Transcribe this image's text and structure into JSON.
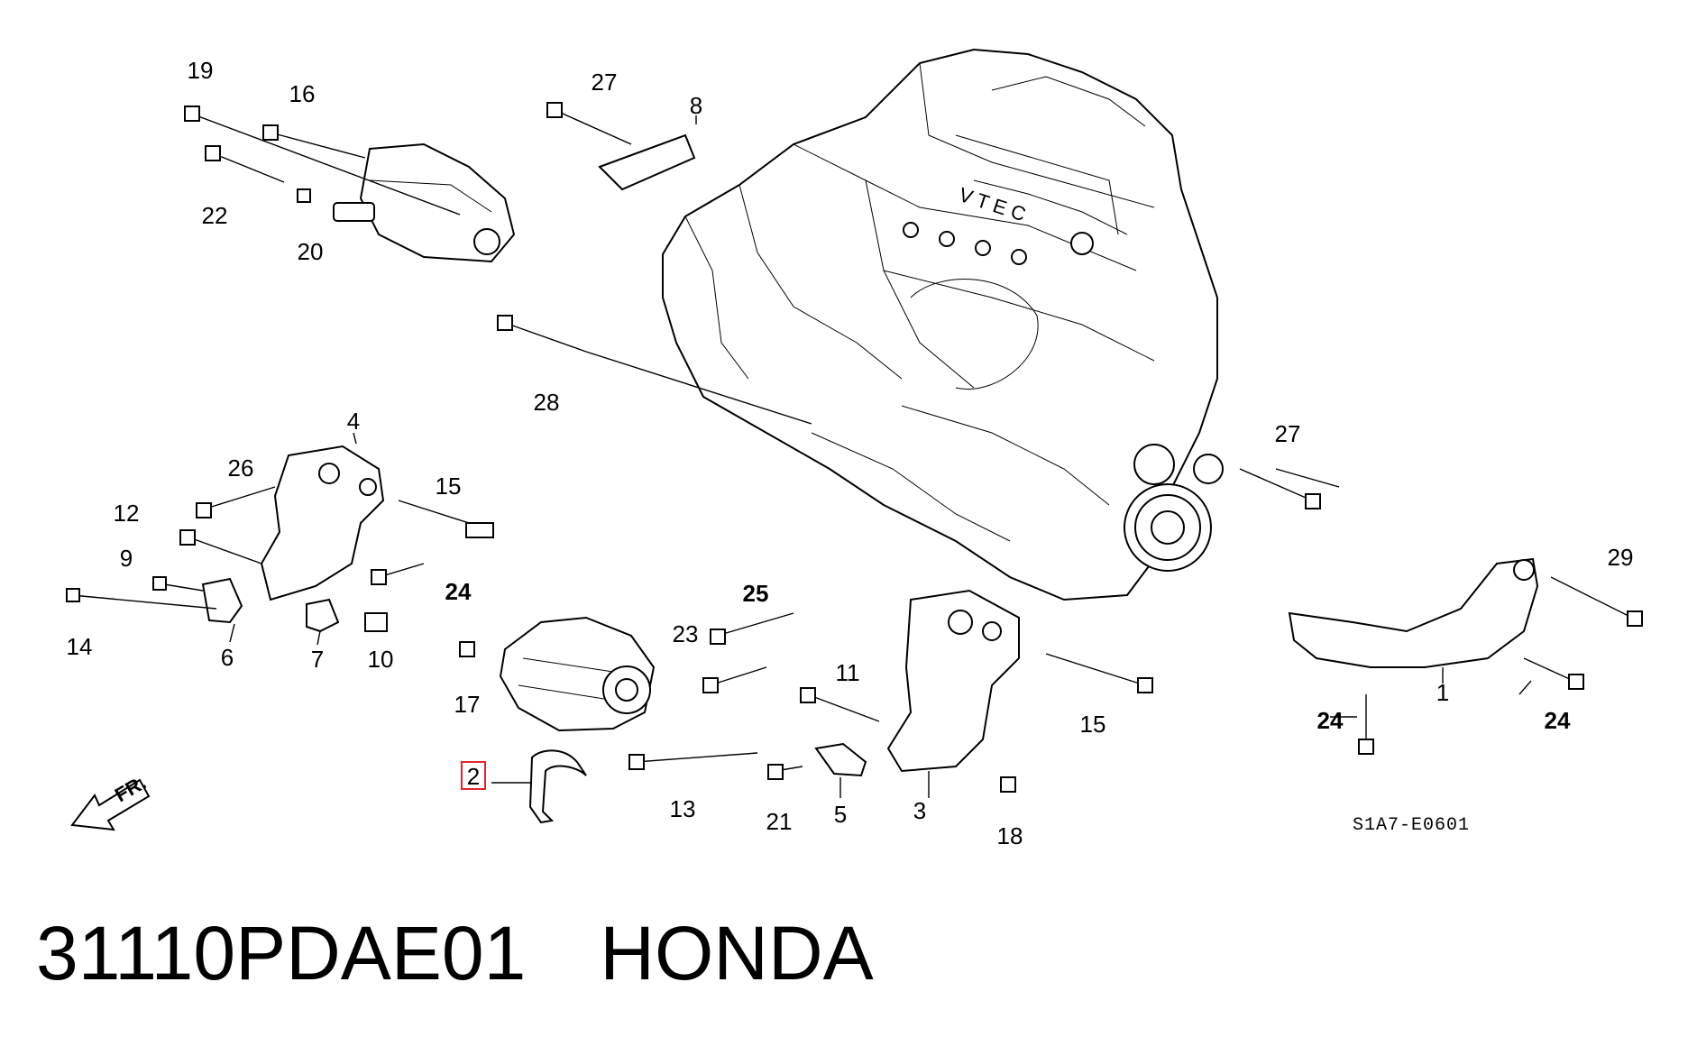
{
  "caption": {
    "part_number": "31110PDAE01",
    "brand": "HONDA"
  },
  "diagram": {
    "code": "S1A7-E0601",
    "direction_label": "FR.",
    "highlight_color": "#e0262b",
    "highlighted_callout": "2",
    "callouts": {
      "c1": "1",
      "c2": "2",
      "c3": "3",
      "c4": "4",
      "c5": "5",
      "c6": "6",
      "c7": "7",
      "c8": "8",
      "c9": "9",
      "c10": "10",
      "c11": "11",
      "c12": "12",
      "c13": "13",
      "c14": "14",
      "c15a": "15",
      "c15b": "15",
      "c16": "16",
      "c17": "17",
      "c18": "18",
      "c19": "19",
      "c20": "20",
      "c21": "21",
      "c22": "22",
      "c23": "23",
      "c24a": "24",
      "c24b": "24",
      "c24c": "24",
      "c25": "25",
      "c26": "26",
      "c27a": "27",
      "c27b": "27",
      "c28": "28",
      "c29": "29"
    }
  }
}
